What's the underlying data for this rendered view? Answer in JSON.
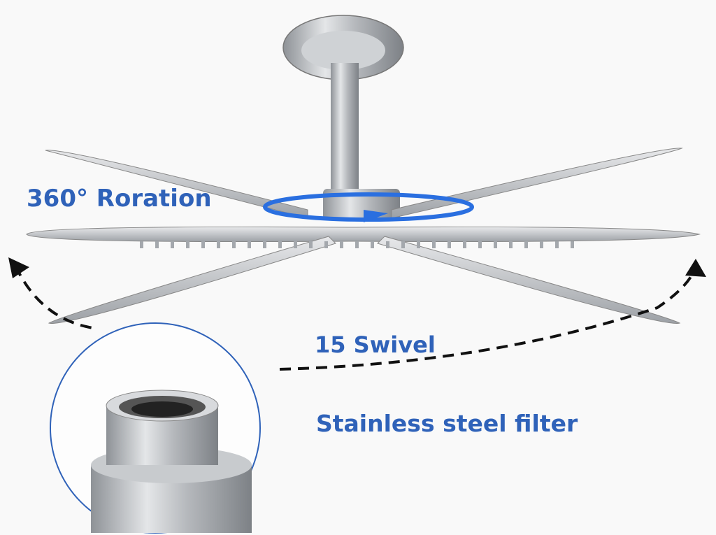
{
  "labels": {
    "rotation": "360° Roration",
    "swivel": "15 Swivel",
    "filter": "Stainless steel filter"
  },
  "colors": {
    "accent": "#2f62b9",
    "rotation_arrow": "#2a6fe0",
    "steel": "#b9bcc0"
  }
}
